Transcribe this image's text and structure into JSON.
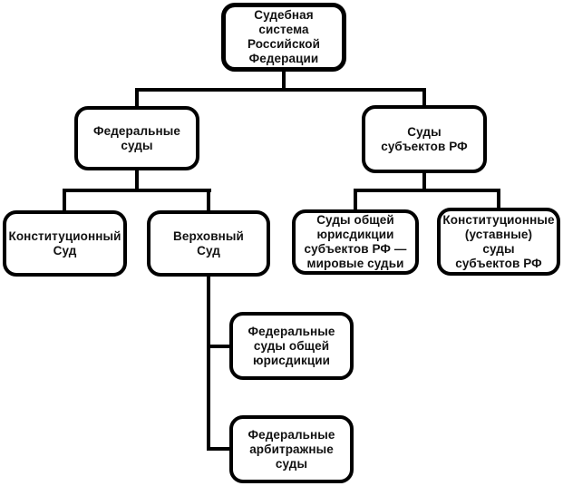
{
  "diagram": {
    "title": "Судебная система Российской Федерации",
    "type": "flowchart",
    "colors": {
      "background": "#ffffff",
      "line": "#000000",
      "box_fill": "#ffffff",
      "text": "#111111"
    },
    "nodes": {
      "root": "Судебная\nсистема\nРоссийской\nФедерации",
      "federal": "Федеральные\nсуды",
      "subjects": "Суды\nсубъектов РФ",
      "constitutional": "Конституционный\nСуд",
      "supreme": "Верховный\nСуд",
      "general_subjects": "Суды общей\nюрисдикции\nсубъектов РФ —\nмировые судьи",
      "constitutional_subjects": "Конституционные\n(уставные)\nсуды\nсубъектов РФ",
      "federal_general": "Федеральные\nсуды общей\nюрисдикции",
      "federal_arbitration": "Федеральные\nарбитражные\nсуды"
    },
    "edges": [
      {
        "from": "root",
        "to": "federal"
      },
      {
        "from": "root",
        "to": "subjects"
      },
      {
        "from": "federal",
        "to": "constitutional"
      },
      {
        "from": "federal",
        "to": "supreme"
      },
      {
        "from": "subjects",
        "to": "general_subjects"
      },
      {
        "from": "subjects",
        "to": "constitutional_subjects"
      },
      {
        "from": "supreme",
        "to": "federal_general"
      },
      {
        "from": "supreme",
        "to": "federal_arbitration"
      }
    ]
  }
}
